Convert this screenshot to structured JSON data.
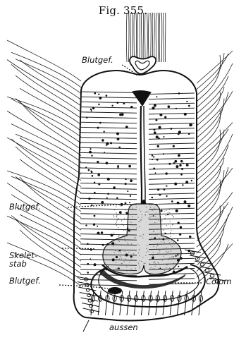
{
  "figure": {
    "title": "Fig. 355.",
    "labels": {
      "blutgef_top": "Blutgef.",
      "blutgef_middle": "Blutgef.",
      "skeletstab": "Skelet-stab",
      "blutgef_bottom": "Blutgef.",
      "colom": "Cölom",
      "aussen": "aussen"
    }
  }
}
